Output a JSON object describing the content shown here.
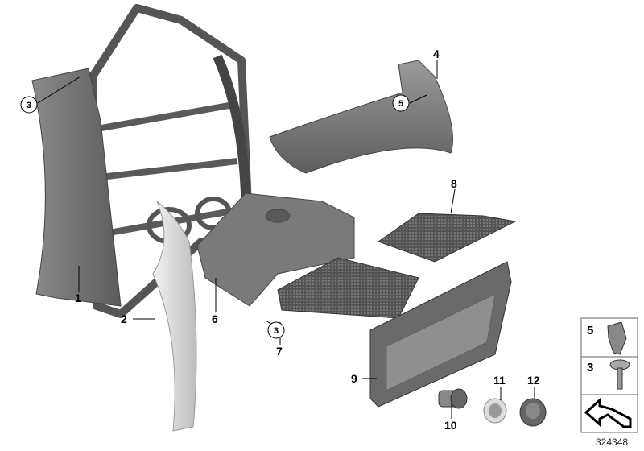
{
  "diagram": {
    "callouts": [
      {
        "number": "1",
        "part": "panel"
      },
      {
        "number": "2",
        "part": "trim-strip"
      },
      {
        "number": "3",
        "part": "screw",
        "circled": true
      },
      {
        "number": "3",
        "part": "screw",
        "circled": true
      },
      {
        "number": "4",
        "part": "upper-trim"
      },
      {
        "number": "5",
        "part": "clip",
        "circled": true
      },
      {
        "number": "6",
        "part": "storage-box"
      },
      {
        "number": "7",
        "part": "tray"
      },
      {
        "number": "8",
        "part": "mat"
      },
      {
        "number": "9",
        "part": "bezel"
      },
      {
        "number": "10",
        "part": "socket"
      },
      {
        "number": "11",
        "part": "ring"
      },
      {
        "number": "12",
        "part": "cap"
      }
    ],
    "legend": [
      {
        "number": "5",
        "icon": "clip-icon"
      },
      {
        "number": "3",
        "icon": "screw-icon"
      },
      {
        "number": "",
        "icon": "arrow-icon"
      }
    ],
    "document_number": "324348"
  }
}
